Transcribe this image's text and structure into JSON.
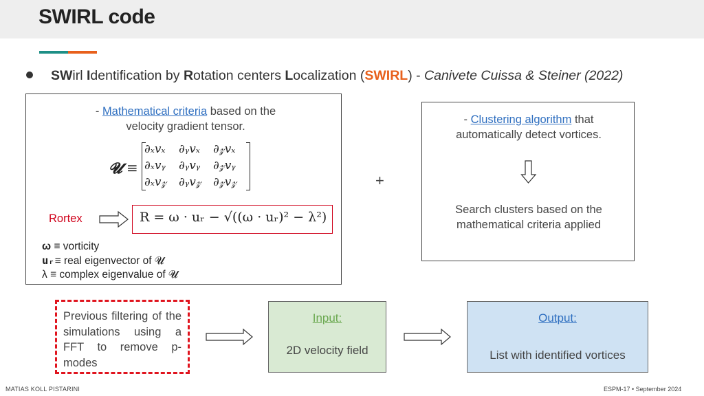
{
  "title": "SWIRL code",
  "bullet": {
    "sw": "SW",
    "irl": "irl ",
    "i": "I",
    "dentification": "dentification by ",
    "r": "R",
    "otation": "otation centers ",
    "l": "L",
    "ocalization": "ocalization (",
    "swirl": "SWIRL",
    "close": ") - ",
    "citation": "Canivete Cuissa & Steiner (2022)"
  },
  "left_panel": {
    "dash": "- ",
    "criteria_link": "Mathematical criteria",
    "criteria_rest": " based on the",
    "criteria_line2": "velocity gradient tensor.",
    "matrix_symbol": "𝓤",
    "equiv": "≡",
    "matrix_rows": [
      [
        "∂ₓvₓ",
        "∂ᵧvₓ",
        "∂𝓏vₓ"
      ],
      [
        "∂ₓvᵧ",
        "∂ᵧvᵧ",
        "∂𝓏vᵧ"
      ],
      [
        "∂ₓv𝓏",
        "∂ᵧv𝓏",
        "∂𝓏v𝓏"
      ]
    ],
    "rortex_label": "Rortex",
    "formula": "R = ω · uᵣ − √((ω · uᵣ)² − λ²)",
    "legend": [
      {
        "symbol": "ω",
        "text": " ≡ vorticity"
      },
      {
        "symbol": "uᵣ",
        "text": "≡ real eigenvector of 𝓤"
      },
      {
        "symbol": "λ",
        "text": " ≡ complex eigenvalue of 𝓤"
      }
    ]
  },
  "plus": "+",
  "right_panel": {
    "dash": "- ",
    "cluster_link": "Clustering algorithm",
    "cluster_rest": " that",
    "cluster_line2": "automatically detect vortices.",
    "search_line1": "Search clusters based on the",
    "search_line2": "mathematical criteria applied"
  },
  "prev_filter": "Previous filtering of the simulations using a FFT to remove p-modes",
  "input": {
    "label": "Input:",
    "text": "2D velocity field"
  },
  "output": {
    "label": "Output:",
    "text": "List with identified vortices"
  },
  "footer": {
    "author": "MATIAS KOLL PISTARINI",
    "event": "ESPM-17  •  September 2024"
  },
  "colors": {
    "accent_teal": "#1e8f86",
    "accent_orange": "#e8601c",
    "red": "#d0021b",
    "input_bg": "#d9ead3",
    "output_bg": "#cfe2f3"
  }
}
